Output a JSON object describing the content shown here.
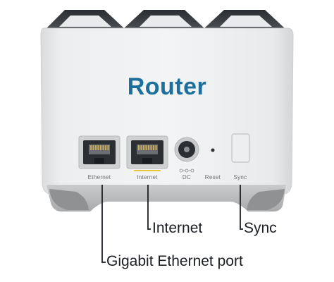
{
  "device": {
    "title": "Router",
    "port_labels": {
      "ethernet": "Ethernet",
      "internet": "Internet",
      "dc": "DC",
      "reset": "Reset",
      "sync": "Sync"
    }
  },
  "callouts": {
    "internet": "Internet",
    "sync": "Sync",
    "ethernet": "Gigabit Ethernet port"
  },
  "colors": {
    "title": "#1d6f9c",
    "internet_accent": "#e9c53a",
    "callout_line": "#1b1f24"
  }
}
